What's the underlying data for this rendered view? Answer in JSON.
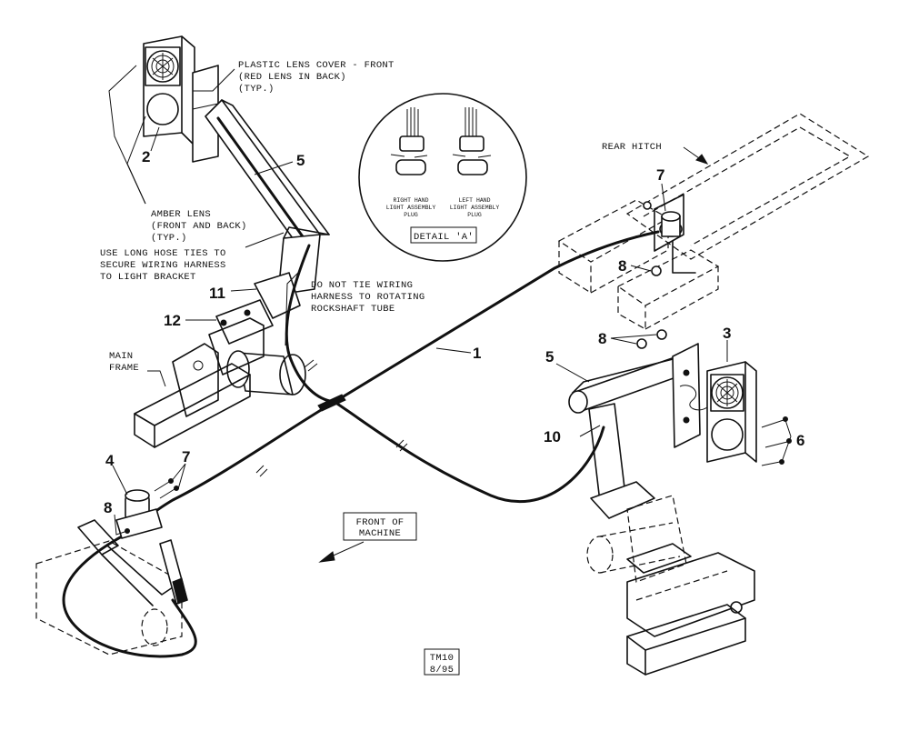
{
  "notes": {
    "lens_cover": [
      "PLASTIC LENS COVER - FRONT",
      "(RED LENS IN BACK)",
      "(TYP.)"
    ],
    "amber_lens": [
      "AMBER LENS",
      "(FRONT AND BACK)",
      "(TYP.)"
    ],
    "hose_ties": [
      "USE LONG HOSE TIES TO",
      "SECURE WIRING HARNESS",
      "TO LIGHT BRACKET"
    ],
    "no_tie": [
      "DO NOT TIE WIRING",
      "HARNESS TO ROTATING",
      "ROCKSHAFT TUBE"
    ],
    "main_frame": [
      "MAIN",
      "FRAME"
    ],
    "rear_hitch": "REAR HITCH",
    "front_of_machine": [
      "FRONT OF",
      "MACHINE"
    ],
    "drawing_ref": [
      "TM10",
      "8/95"
    ]
  },
  "detail_a": {
    "label": "DETAIL 'A'",
    "right_plug": [
      "RIGHT HAND",
      "LIGHT ASSEMBLY",
      "PLUG"
    ],
    "left_plug": [
      "LEFT HAND",
      "LIGHT ASSEMBLY",
      "PLUG"
    ]
  },
  "callouts": {
    "c1": "1",
    "c2": "2",
    "c3": "3",
    "c4": "4",
    "c5a": "5",
    "c5b": "5",
    "c6": "6",
    "c7a": "7",
    "c7b": "7",
    "c8a": "8",
    "c8b": "8",
    "c8c": "8",
    "c10": "10",
    "c11": "11",
    "c12": "12"
  }
}
